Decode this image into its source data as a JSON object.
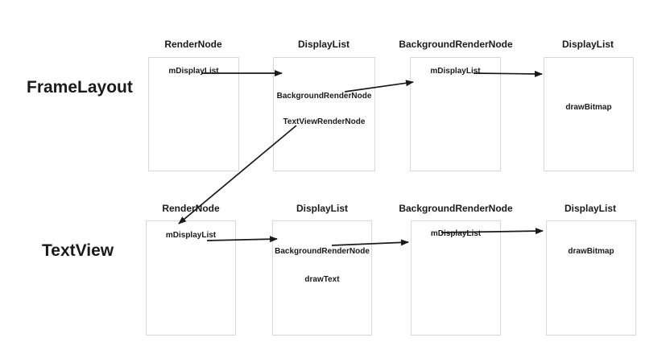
{
  "diagram": {
    "description": "View rendering structure diagram",
    "rows": [
      {
        "label": "FrameLayout",
        "boxes": [
          {
            "title": "RenderNode",
            "items": [
              "mDisplayList"
            ]
          },
          {
            "title": "DisplayList",
            "items": [
              "BackgroundRenderNode",
              "TextViewRenderNode"
            ]
          },
          {
            "title": "BackgroundRenderNode",
            "items": [
              "mDisplayList"
            ]
          },
          {
            "title": "DisplayList",
            "items": [
              "drawBitmap"
            ]
          }
        ]
      },
      {
        "label": "TextView",
        "boxes": [
          {
            "title": "RenderNode",
            "items": [
              "mDisplayList"
            ]
          },
          {
            "title": "DisplayList",
            "items": [
              "BackgroundRenderNode",
              "drawText"
            ]
          },
          {
            "title": "BackgroundRenderNode",
            "items": [
              "mDisplayList"
            ]
          },
          {
            "title": "DisplayList",
            "items": [
              "drawBitmap"
            ]
          }
        ]
      }
    ],
    "connections": [
      {
        "from": "FrameLayout.RenderNode.mDisplayList",
        "to": "FrameLayout.DisplayList"
      },
      {
        "from": "FrameLayout.DisplayList.BackgroundRenderNode",
        "to": "FrameLayout.BackgroundRenderNode"
      },
      {
        "from": "FrameLayout.BackgroundRenderNode.mDisplayList",
        "to": "FrameLayout.DisplayList(2)"
      },
      {
        "from": "FrameLayout.DisplayList.TextViewRenderNode",
        "to": "TextView.RenderNode"
      },
      {
        "from": "TextView.RenderNode.mDisplayList",
        "to": "TextView.DisplayList"
      },
      {
        "from": "TextView.DisplayList.BackgroundRenderNode",
        "to": "TextView.BackgroundRenderNode"
      },
      {
        "from": "TextView.BackgroundRenderNode.mDisplayList",
        "to": "TextView.DisplayList(2)"
      }
    ],
    "colors": {
      "background": "#ffffff",
      "box_border": "#d8d8d8",
      "text": "#1a1a1a",
      "arrow": "#1a1a1a"
    }
  }
}
